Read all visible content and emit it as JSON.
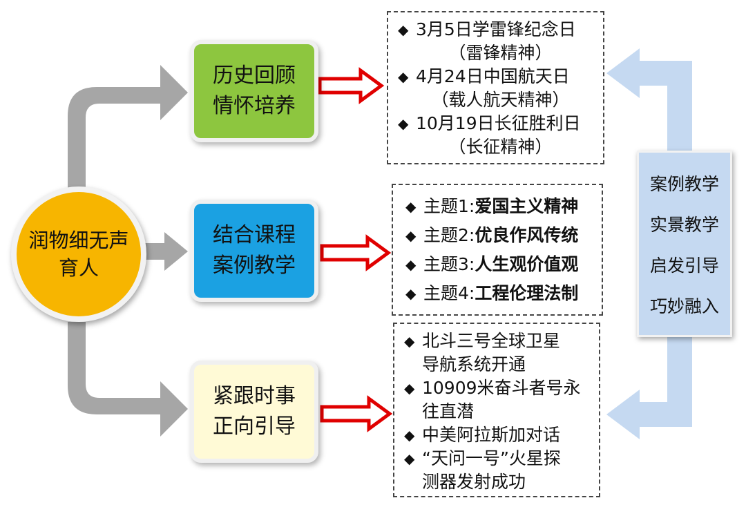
{
  "center": {
    "line1": "润物细无声",
    "line2": "育人"
  },
  "nodes": [
    {
      "line1": "历史回顾",
      "line2": "情怀培养",
      "color": "#8dc63f"
    },
    {
      "line1": "结合课程",
      "line2": "案例教学",
      "color": "#1ba1e2"
    },
    {
      "line1": "紧跟时事",
      "line2": "正向引导",
      "color": "#fffad6"
    }
  ],
  "bullet_symbol": "◆",
  "history_items": [
    {
      "date": "3月5日学雷锋纪念日",
      "spirit": "（雷锋精神）"
    },
    {
      "date": "4月24日中国航天日",
      "spirit": "（载人航天精神）"
    },
    {
      "date": "10月19日长征胜利日",
      "spirit": "（长征精神）"
    }
  ],
  "course_topics": [
    {
      "prefix": "主题1:",
      "name": "爱国主义精神"
    },
    {
      "prefix": "主题2:",
      "name": "优良作风传统"
    },
    {
      "prefix": "主题3:",
      "name": "人生观价值观"
    },
    {
      "prefix": "主题4:",
      "name": "工程伦理法制"
    }
  ],
  "current_events": [
    "北斗三号全球卫星\n导航系统开通",
    "10909米奋斗者号永\n往直潜",
    "中美阿拉斯加对话",
    "“天问一号”火星探\n测器发射成功"
  ],
  "methods": [
    "案例教学",
    "实景教学",
    "启发引导",
    "巧妙融入"
  ],
  "colors": {
    "center": "#f7b500",
    "gray_arrow": "#a6a6a6",
    "red_arrow": "#e00000",
    "method_box": "#c5d9f1",
    "method_arrow": "#c5d9f1"
  }
}
